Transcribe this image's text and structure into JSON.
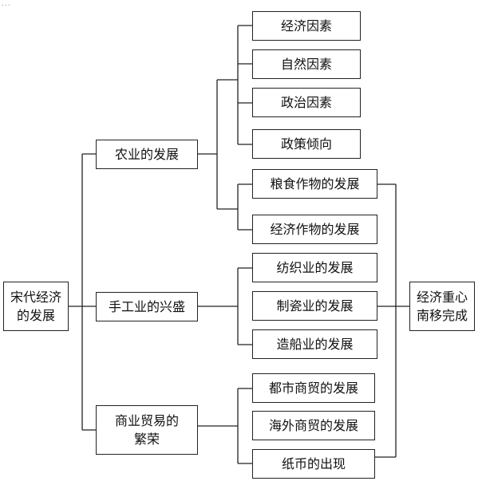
{
  "corner_text": "...",
  "diagram": {
    "root": "宋代经济\n的发展",
    "branches": {
      "agriculture": "农业的发展",
      "handicraft": "手工业的兴盛",
      "commerce": "商业贸易的\n繁荣"
    },
    "agriculture_items": {
      "economic_factors": "经济因素",
      "natural_factors": "自然因素",
      "political_factors": "政治因素",
      "policy_tendency": "政策倾向",
      "grain_crops": "粮食作物的发展",
      "cash_crops": "经济作物的发展"
    },
    "handicraft_items": {
      "textile": "纺织业的发展",
      "porcelain": "制瓷业的发展",
      "shipbuilding": "造船业的发展"
    },
    "commerce_items": {
      "urban_trade": "都市商贸的发展",
      "overseas_trade": "海外商贸的发展",
      "paper_money": "纸币的出现"
    },
    "result": "经济重心\n南移完成"
  }
}
